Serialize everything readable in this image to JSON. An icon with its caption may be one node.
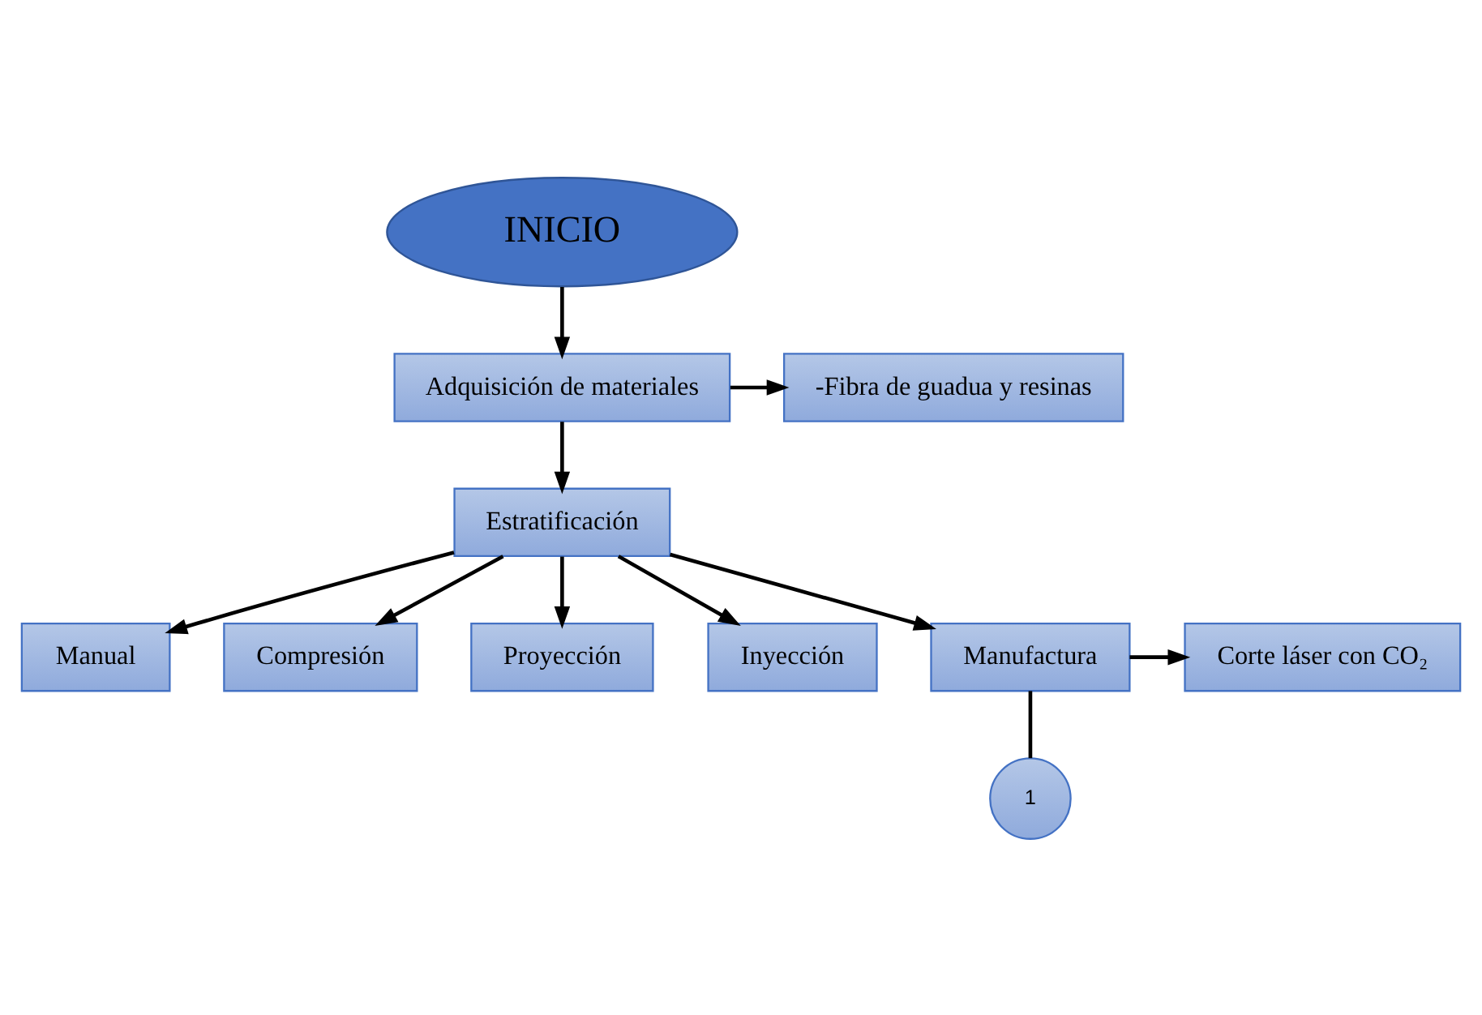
{
  "diagram": {
    "nodes": [
      {
        "text": [
          "INICIO"
        ]
      },
      {
        "text": [
          "Adquisición de materiales"
        ]
      },
      {
        "text": [
          "-Fibra de guadua y resinas"
        ]
      },
      {
        "text": [
          "Estratificación"
        ]
      },
      {
        "text": [
          "Manual"
        ]
      },
      {
        "text": [
          "Compresión"
        ]
      },
      {
        "text": [
          "Proyección"
        ]
      },
      {
        "text": [
          "Inyección"
        ]
      },
      {
        "text": [
          "Corte láser con CO₂"
        ]
      },
      {
        "text": [
          "Manufactura"
        ]
      },
      {
        "text": [
          "1"
        ]
      }
    ],
    "edges": [
      {
        "from": 0,
        "to": 1,
        "arrow": "to"
      },
      {
        "from": 1,
        "to": 2,
        "arrow": "to"
      },
      {
        "from": 1,
        "to": 3,
        "arrow": "to"
      },
      {
        "from": 3,
        "to": 4,
        "arrow": "to"
      },
      {
        "from": 3,
        "to": 5,
        "arrow": "to"
      },
      {
        "from": 3,
        "to": 6,
        "arrow": "to"
      },
      {
        "from": 3,
        "to": 7,
        "arrow": "to"
      },
      {
        "from": 3,
        "to": 9,
        "arrow": "to"
      },
      {
        "from": 9,
        "to": 8,
        "arrow": "to"
      },
      {
        "from": 9,
        "to": 10,
        "arrow": "none"
      }
    ]
  }
}
